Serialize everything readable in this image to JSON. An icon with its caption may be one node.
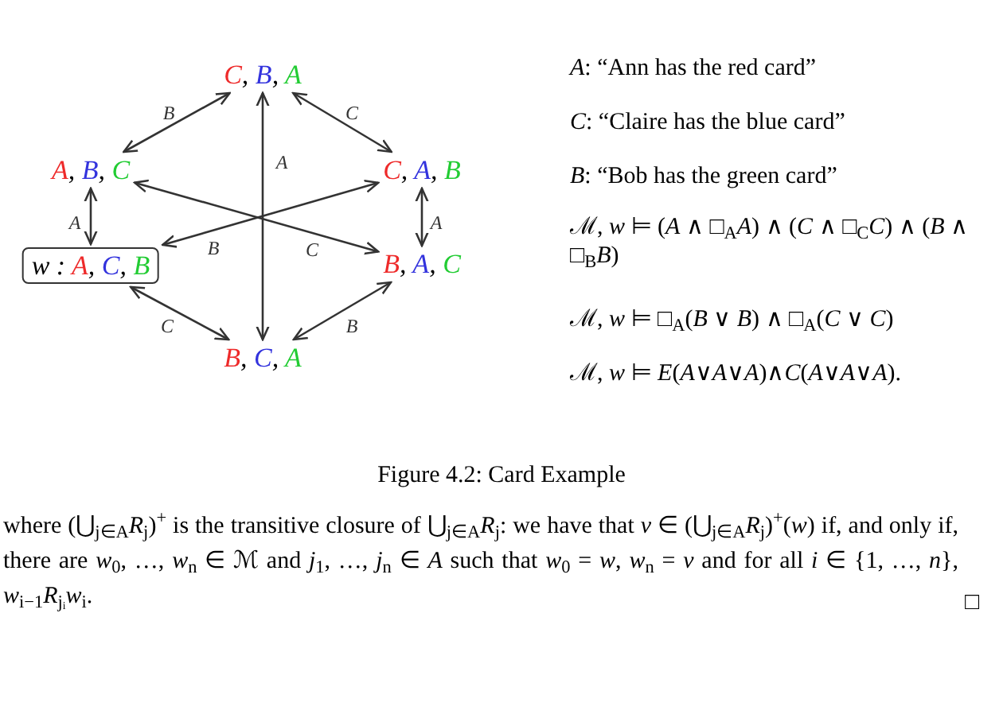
{
  "diagram": {
    "caption": "Figure 4.2: Card Example",
    "nodes": [
      {
        "text": [
          "C, B, A"
        ]
      },
      {
        "text": [
          "A, B, C"
        ]
      },
      {
        "text": [
          "C, A, B"
        ]
      },
      {
        "text": [
          "w : A, C, B"
        ]
      },
      {
        "text": [
          "B, A, C"
        ]
      },
      {
        "text": [
          "B, C, A"
        ]
      }
    ],
    "edges": [
      {
        "from": 0,
        "to": 1,
        "arrow": "both",
        "label": "B"
      },
      {
        "from": 0,
        "to": 2,
        "arrow": "both",
        "label": "C"
      },
      {
        "from": 0,
        "to": 5,
        "arrow": "both",
        "label": "A"
      },
      {
        "from": 1,
        "to": 3,
        "arrow": "both",
        "label": "A"
      },
      {
        "from": 2,
        "to": 4,
        "arrow": "both",
        "label": "A"
      },
      {
        "from": 3,
        "to": 2,
        "arrow": "both",
        "label": "B"
      },
      {
        "from": 1,
        "to": 4,
        "arrow": "both",
        "label": "C"
      },
      {
        "from": 3,
        "to": 5,
        "arrow": "both",
        "label": "C"
      },
      {
        "from": 4,
        "to": 5,
        "arrow": "both",
        "label": "B"
      }
    ],
    "labels": [
      "*A*: “Ann has the red card”",
      "*C*: “Claire has the blue card”",
      "*B*: “Bob has the green card”",
      "ℳ, *w* ⊨ (*A* ∧ □$_{A}$*A*) ∧ (*C* ∧ □$_{C}$*C*) ∧ (*B* ∧ □$_{B}$*B*)",
      "ℳ, *w* ⊨ □$_{A}$(*B* ∨ *B*) ∧ □$_{A}$(*C* ∨ *C*)",
      "ℳ, *w* ⊨ *E*(*A*∨*A*∨*A*)∧*C*(*A*∨*A*∨*A*).",
      "where (⋃$_{j∈A}$*R*$_{j}$)$^{+}$ is the transitive closure of ⋃$_{j∈A}$*R*$_{j}$: we have that *v* ∈ (⋃$_{j∈A}$*R*$_{j}$)$^{+}$(*w*) if, and only if, there are *w*$_{0}$, …, *w*$_{n}$ ∈ ℳ and *j*$_{1}$, …, *j*$_{n}$ ∈ *A* such that *w*$_{0}$ = *w*, *w*$_{n}$ = *v* and for all *i* ∈ {1, …, *n*}, *w*$_{i−1}$*R*$_{jᵢ}$*w*$_{i}$.",
      "□"
    ]
  }
}
